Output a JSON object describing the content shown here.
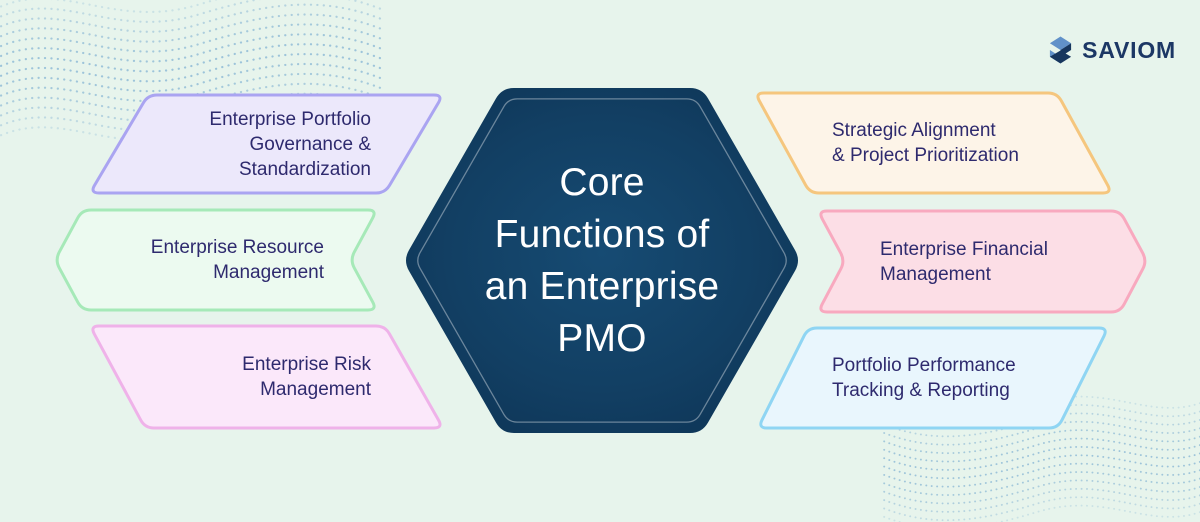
{
  "page": {
    "background": "#e7f4ec"
  },
  "logo": {
    "text": "SAVIOM",
    "text_color": "#1c3765",
    "icon_color_light": "#6191c9",
    "icon_color_dark": "#17365e"
  },
  "center_hexagon": {
    "title": "Core Functions of an Enterprise PMO",
    "title_lines": [
      "Core",
      "Functions of",
      "an Enterprise",
      "PMO"
    ],
    "text_color": "#ffffff",
    "fill_center": "#164b73",
    "fill_mid": "#123f63",
    "fill_edge": "#0c3152",
    "inner_border_color": "rgba(255,255,255,0.38)"
  },
  "label_text_color": "#2e2a6e",
  "functions": [
    {
      "id": "enterprise-portfolio-governance",
      "label": "Enterprise Portfolio Governance & Standardization",
      "lines": [
        "Enterprise Portfolio",
        "Governance &",
        "Standardization"
      ],
      "fill": "#ece8fb",
      "stroke": "#aaa4f1",
      "side": "left"
    },
    {
      "id": "enterprise-resource-management",
      "label": "Enterprise Resource Management",
      "lines": [
        "Enterprise Resource",
        "Management"
      ],
      "fill": "#ecfaf0",
      "stroke": "#a6e9b8",
      "side": "left"
    },
    {
      "id": "enterprise-risk-management",
      "label": "Enterprise Risk Management",
      "lines": [
        "Enterprise Risk",
        "Management"
      ],
      "fill": "#fbe8fa",
      "stroke": "#efb2e9",
      "side": "left"
    },
    {
      "id": "strategic-alignment-project-prioritization",
      "label": "Strategic Alignment & Project Prioritization",
      "lines": [
        "Strategic Alignment",
        "& Project Prioritization"
      ],
      "fill": "#fdf4e8",
      "stroke": "#f5c67e",
      "side": "right"
    },
    {
      "id": "enterprise-financial-management",
      "label": "Enterprise Financial Management",
      "lines": [
        "Enterprise Financial",
        "Management"
      ],
      "fill": "#fcdee6",
      "stroke": "#f8a9bf",
      "side": "right"
    },
    {
      "id": "portfolio-performance-tracking-reporting",
      "label": "Portfolio Performance Tracking & Reporting",
      "lines": [
        "Portfolio Performance",
        "Tracking & Reporting"
      ],
      "fill": "#e9f6fd",
      "stroke": "#8fd5f3",
      "side": "right"
    }
  ],
  "decor": {
    "wave_dot_color": "#7fb0d2"
  }
}
